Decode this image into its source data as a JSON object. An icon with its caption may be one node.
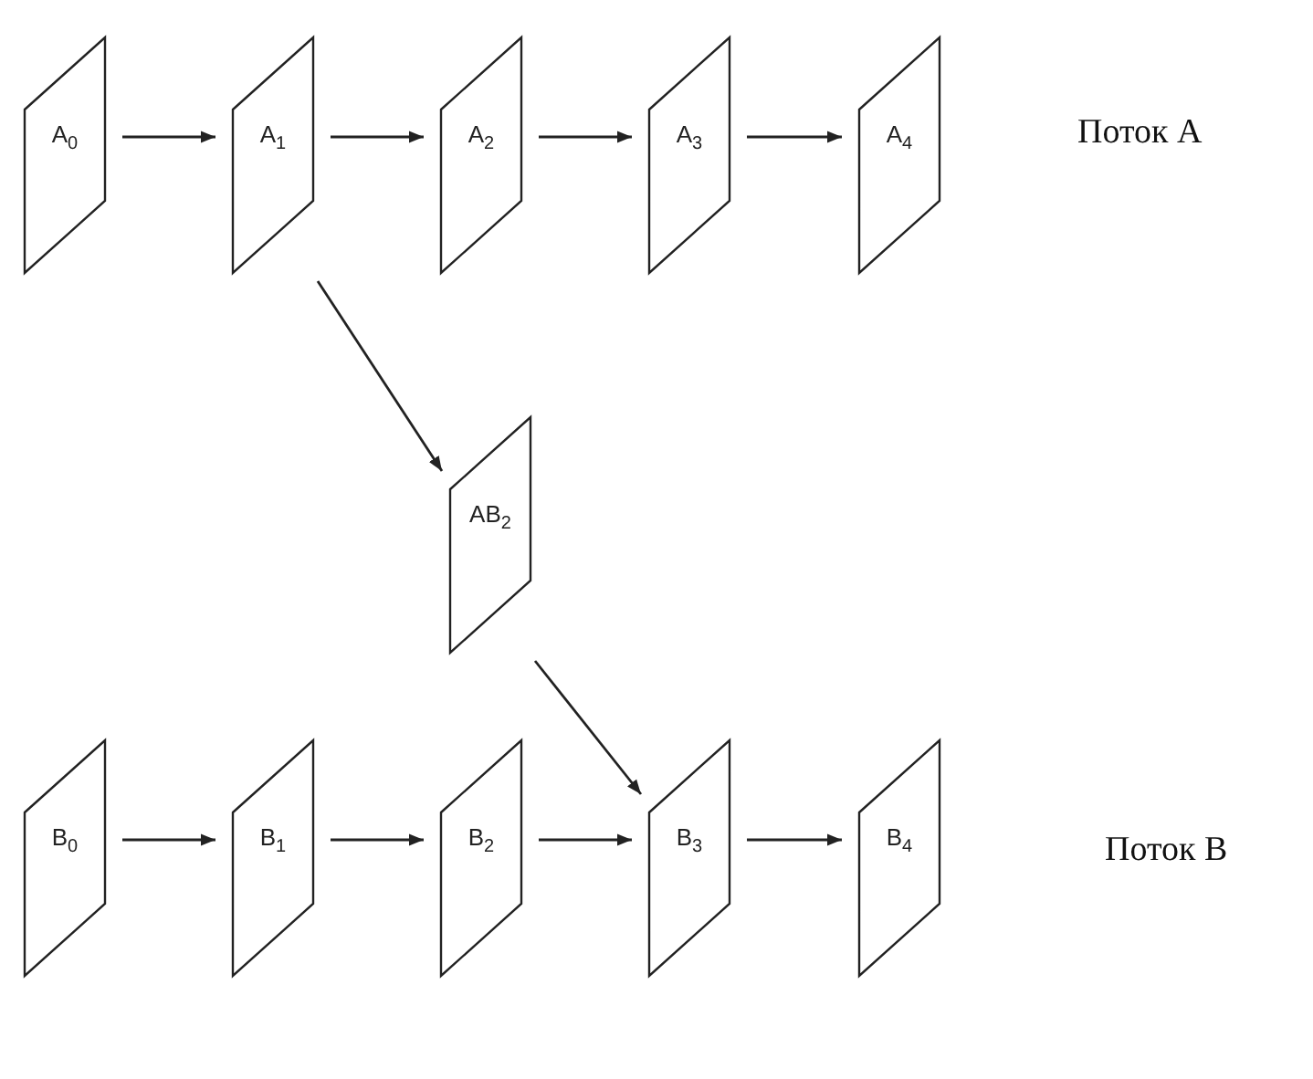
{
  "diagram": {
    "nodes": [
      {
        "text": [
          "A$_{0}$"
        ]
      },
      {
        "text": [
          "A$_{1}$"
        ]
      },
      {
        "text": [
          "A$_{2}$"
        ]
      },
      {
        "text": [
          "A$_{3}$"
        ]
      },
      {
        "text": [
          "A$_{4}$"
        ]
      },
      {
        "text": [
          "AB$_{2}$"
        ]
      },
      {
        "text": [
          "B$_{0}$"
        ]
      },
      {
        "text": [
          "B$_{1}$"
        ]
      },
      {
        "text": [
          "B$_{2}$"
        ]
      },
      {
        "text": [
          "B$_{3}$"
        ]
      },
      {
        "text": [
          "B$_{4}$"
        ]
      }
    ],
    "edges": [
      {
        "from": 0,
        "to": 1,
        "arrow": "to"
      },
      {
        "from": 1,
        "to": 2,
        "arrow": "to"
      },
      {
        "from": 2,
        "to": 3,
        "arrow": "to"
      },
      {
        "from": 3,
        "to": 4,
        "arrow": "to"
      },
      {
        "from": 1,
        "to": 5,
        "arrow": "to"
      },
      {
        "from": 5,
        "to": 9,
        "arrow": "to"
      },
      {
        "from": 6,
        "to": 7,
        "arrow": "to"
      },
      {
        "from": 7,
        "to": 8,
        "arrow": "to"
      },
      {
        "from": 8,
        "to": 9,
        "arrow": "to"
      },
      {
        "from": 9,
        "to": 10,
        "arrow": "to"
      }
    ],
    "labels": [
      "Поток A",
      "Поток B"
    ]
  }
}
